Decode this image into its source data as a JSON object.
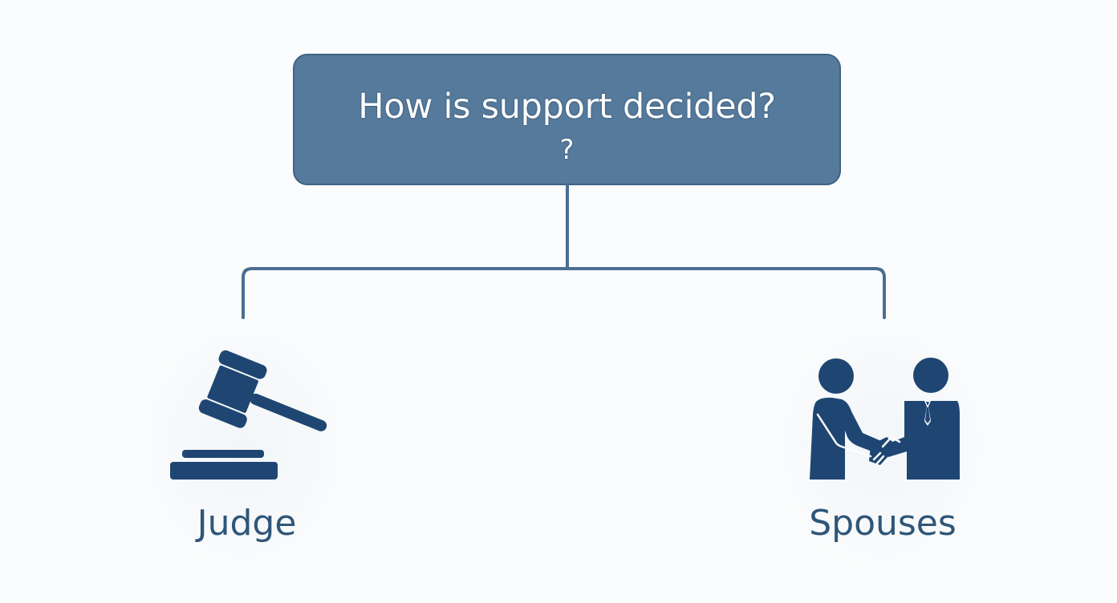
{
  "diagram": {
    "type": "tree",
    "root": {
      "title": "How is support decided?",
      "subtitle": "?"
    },
    "branches": [
      {
        "label": "Judge",
        "icon": "gavel-icon"
      },
      {
        "label": "Spouses",
        "icon": "handshake-icon"
      }
    ]
  },
  "colors": {
    "box_fill": "#557a9c",
    "box_border": "#3e6384",
    "connector": "#4a6f90",
    "icon": "#1f4672",
    "label": "#2f5679",
    "background": "#fbfcfd"
  }
}
